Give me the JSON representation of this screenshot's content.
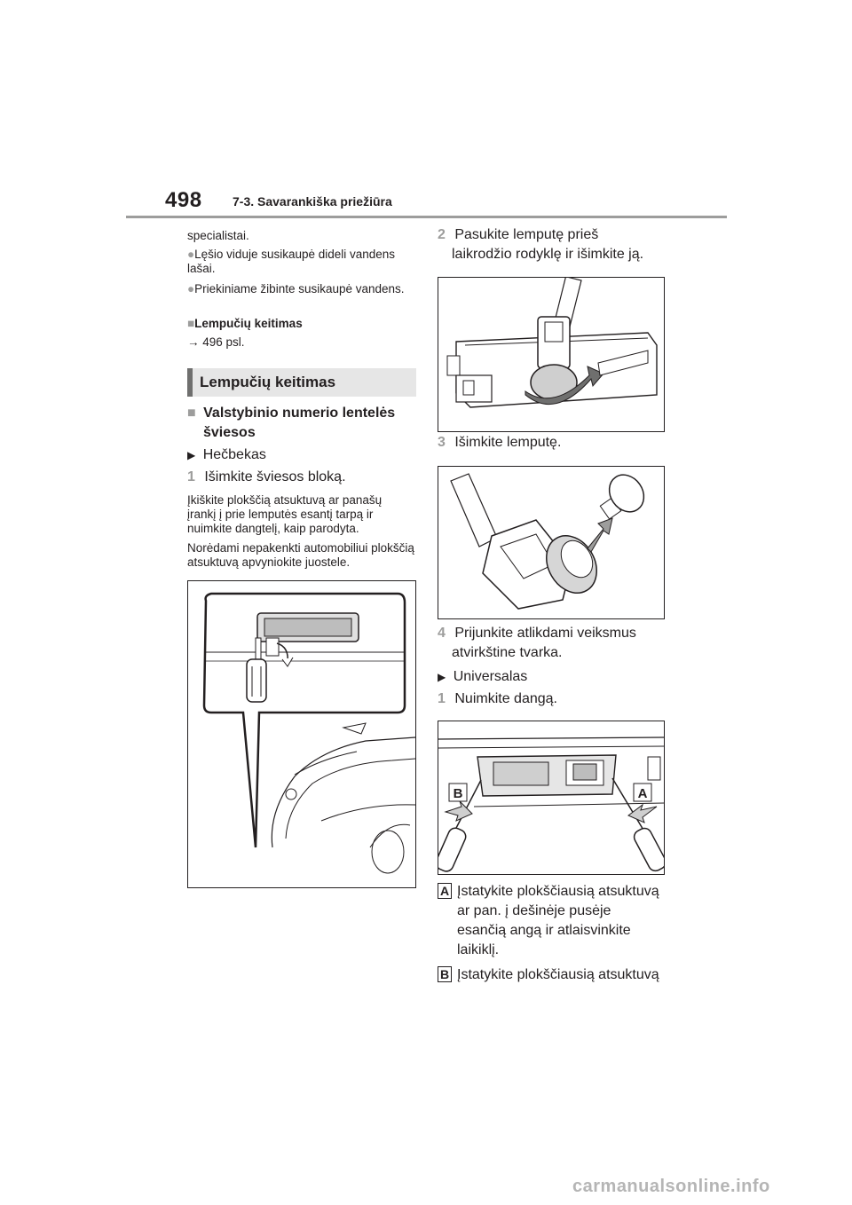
{
  "header": {
    "page_number": "498",
    "section": "7-3. Savarankiška priežiūra"
  },
  "left": {
    "intro_text": "specialistai.",
    "bullets": [
      "Lęšio viduje susikaupė dideli vandens lašai.",
      "Priekiniame žibinte susikaupė vandens."
    ],
    "subhead_marker": "■",
    "subhead": "Lempučių keitimas",
    "ref_arrow": "→",
    "ref": "496 psl.",
    "section_title": "Lempučių keitimas",
    "main_heading_marker": "■",
    "main_heading_line1": "Valstybinio numerio lentelės",
    "main_heading_line2": "šviesos",
    "variant_marker": "▶",
    "variant": "Hečbekas",
    "step1_num": "1",
    "step1": "Išimkite šviesos bloką.",
    "note1": "Įkiškite plokščią atsuktuvą ar panašų įrankį į prie lemputės esantį tarpą ir nuimkite dangtelį, kaip parodyta.",
    "note2": "Norėdami nepakenkti automobiliui plokščią atsuktuvą apvyniokite juostele."
  },
  "right": {
    "step2_num": "2",
    "step2_line1": "Pasukite lemputę prieš",
    "step2_line2": "laikrodžio rodyklę ir išimkite ją.",
    "step3_num": "3",
    "step3": "Išimkite lemputę.",
    "step4_num": "4",
    "step4_line1": "Prijunkite atlikdami veiksmus",
    "step4_line2": "atvirkštine tvarka.",
    "variant_marker": "▶",
    "variant": "Universalas",
    "u_step1_num": "1",
    "u_step1": "Nuimkite dangą.",
    "fig_label_a": "A",
    "fig_label_b": "B",
    "label_a": "A",
    "text_a_lines": [
      "Įstatykite plokščiausią atsuktuvą",
      "ar pan. į dešinėje pusėje",
      "esančią angą ir atlaisvinkite",
      "laikiklį."
    ],
    "label_b": "B",
    "text_b": "Įstatykite plokščiausią atsuktuvą"
  },
  "footer": {
    "watermark": "carmanualsonline.info"
  }
}
